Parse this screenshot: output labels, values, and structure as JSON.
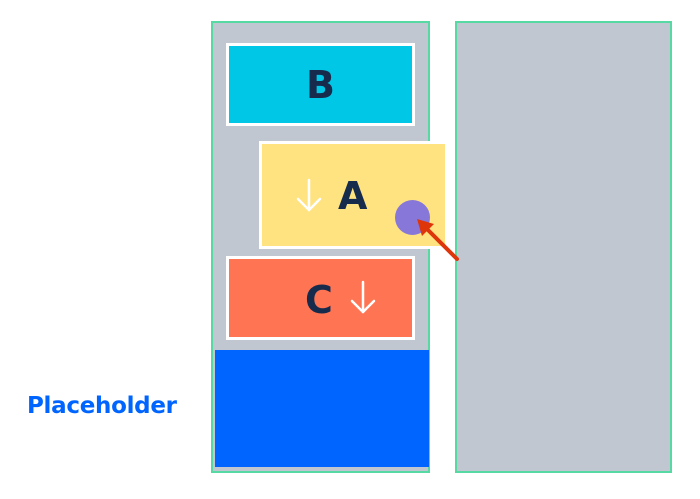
{
  "cards": {
    "b": {
      "label": "B",
      "color": "#00c7e6"
    },
    "a": {
      "label": "A",
      "color": "#ffe380"
    },
    "c": {
      "label": "C",
      "color": "#ff7452"
    }
  },
  "placeholder": {
    "label": "Placeholder",
    "color": "#0065ff"
  },
  "columns": {
    "background": "#c1c7d0",
    "border": "#57d9a3"
  },
  "cursor": {
    "color": "#8777d9"
  },
  "pointer": {
    "color": "#de350b"
  },
  "icons": {
    "card_arrow": "down-arrow-icon",
    "pointer": "pointer-arrow-icon"
  }
}
